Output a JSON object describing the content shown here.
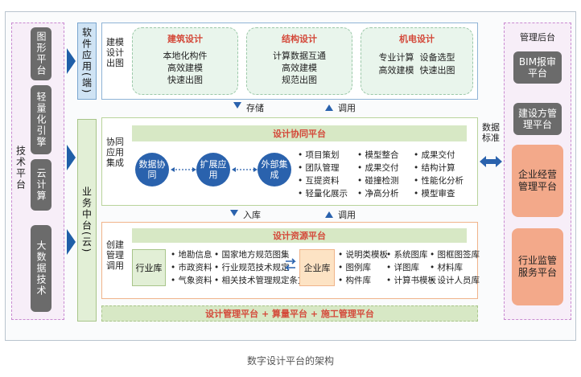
{
  "left": {
    "tech_label": "技术平台",
    "blocks": [
      "图形平台",
      "轻量化引擎",
      "云计算",
      "大数据技术"
    ]
  },
  "software": {
    "label": "软件应用(端)",
    "side_label": "建模设计出图",
    "boxes": [
      {
        "title": "建筑设计",
        "lines": [
          "本地化构件",
          "高效建模",
          "快速出图"
        ]
      },
      {
        "title": "结构设计",
        "lines": [
          "计算数据互通",
          "高效建模",
          "规范出图"
        ]
      },
      {
        "title": "机电设计",
        "lines": [
          "专业计算  设备选型",
          "高效建模  快速出图"
        ]
      }
    ]
  },
  "flow_top": {
    "store": "存储",
    "call": "调用"
  },
  "business": {
    "label": "业务中台(云)"
  },
  "collab": {
    "side_label": "协同应用集成",
    "bar": "设计协同平台",
    "circles": [
      "数据协同",
      "扩展应用",
      "外部集成"
    ],
    "bullets": [
      "项目策划",
      "模型整合",
      "成果交付",
      "团队管理",
      "成果交付",
      "结构计算",
      "互提资料",
      "碰撞检测",
      "性能化分析",
      "轻量化展示",
      "净高分析",
      "模型审查"
    ]
  },
  "flow_mid": {
    "in": "入库",
    "call": "调用"
  },
  "resource": {
    "side_label": "创建管理调用",
    "bar": "设计资源平台",
    "industry_lib": "行业库",
    "industry_items": [
      "地勘信息",
      "国家地方规范图集",
      "市政资料",
      "行业规范技术规定",
      "气象资料",
      "相关技术管理规定条文"
    ],
    "enterprise_lib": "企业库",
    "enterprise_items": [
      "说明类模板",
      "系统图库",
      "图框图签库",
      "图例库",
      "详图库",
      "材料库",
      "构件库",
      "计算书模板",
      "设计人员库"
    ]
  },
  "bottom_bar": "设计管理平台 + 算量平台 + 施工管理平台",
  "data_standard": "数据标准",
  "right": {
    "title": "管理后台",
    "gray_blocks": [
      "BIM报审平台",
      "建设方管理平台"
    ],
    "orange_blocks": [
      "企业经营管理平台",
      "行业监管服务平台"
    ]
  },
  "caption": "数字设计平台的架构"
}
